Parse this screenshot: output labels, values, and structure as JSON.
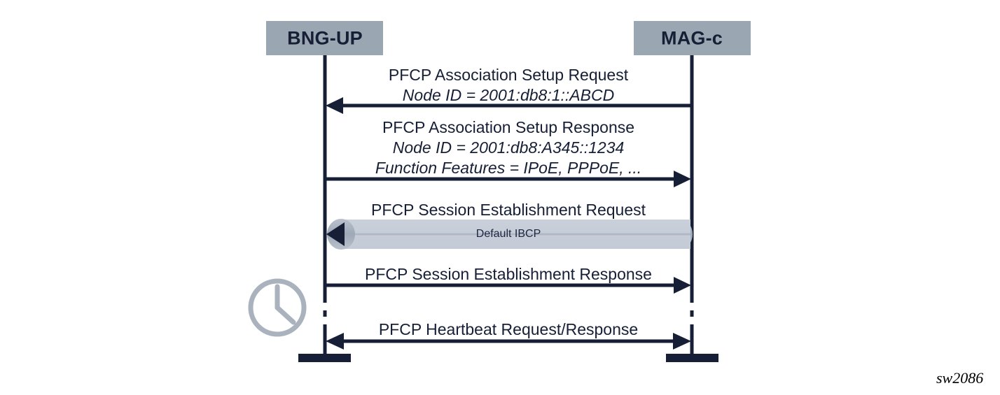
{
  "figure": {
    "caption": "sw2086",
    "type": "sequence-diagram",
    "colors": {
      "actor_box_fill": "#9aa6b2",
      "line_dark": "#161f35",
      "bar_fill": "#c3cbd6",
      "bar_stripe": "#a7b1bf",
      "clock_stroke": "#a9b2bd",
      "text_dark": "#161f35"
    }
  },
  "actors": [
    {
      "id": "bng-up",
      "label": "BNG-UP"
    },
    {
      "id": "mag-c",
      "label": "MAG-c"
    }
  ],
  "messages": [
    {
      "id": "assoc-setup-request",
      "direction": "right-to-left",
      "style": "solid-arrow",
      "lines": [
        {
          "text": "PFCP Association Setup Request",
          "italic": false
        },
        {
          "text": "Node ID = 2001:db8:1::ABCD",
          "italic": true
        }
      ]
    },
    {
      "id": "assoc-setup-response",
      "direction": "left-to-right",
      "style": "solid-arrow",
      "lines": [
        {
          "text": "PFCP Association Setup Response",
          "italic": false
        },
        {
          "text": "Node ID = 2001:db8:A345::1234",
          "italic": true
        },
        {
          "text": "Function Features = IPoE, PPPoE, ...",
          "italic": true
        }
      ]
    },
    {
      "id": "session-establishment-request",
      "direction": "right-to-left",
      "style": "block-arrow",
      "lines": [
        {
          "text": "PFCP Session Establishment Request",
          "italic": false
        }
      ],
      "block_label": "Default IBCP"
    },
    {
      "id": "session-establishment-response",
      "direction": "left-to-right",
      "style": "solid-arrow",
      "lines": [
        {
          "text": "PFCP Session Establishment Response",
          "italic": false
        }
      ]
    },
    {
      "id": "heartbeat-request-response",
      "direction": "bidirectional",
      "style": "solid-double-arrow",
      "lines": [
        {
          "text": "PFCP Heartbeat Request/Response",
          "italic": false
        }
      ]
    }
  ],
  "annotations": [
    {
      "id": "clock",
      "icon": "clock-icon",
      "meaning": "time gap / periodic"
    }
  ]
}
